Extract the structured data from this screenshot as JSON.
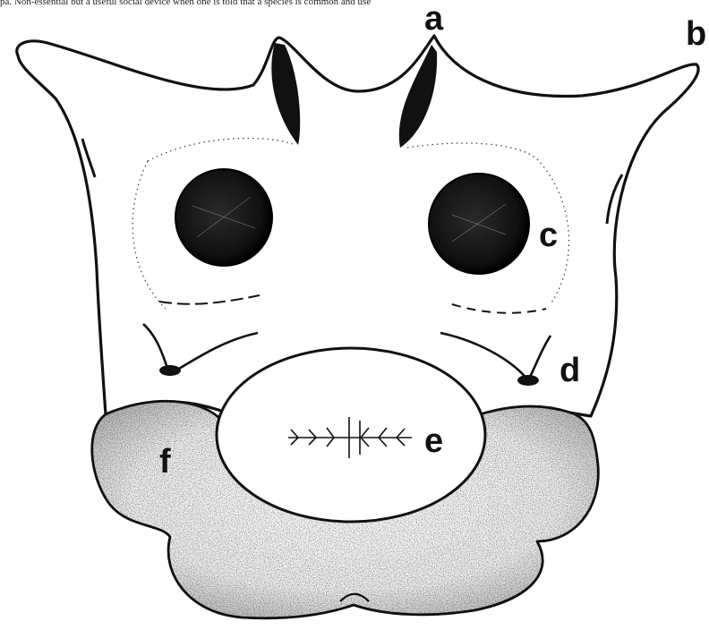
{
  "caption": "pa. Non-essential but a useful social device when one is told that a species is common and use",
  "labels": {
    "a": "a",
    "b": "b",
    "c": "c",
    "d": "d",
    "e": "e",
    "f": "f"
  },
  "colors": {
    "ink": "#111111",
    "background": "#ffffff",
    "stipple": "#555555"
  }
}
